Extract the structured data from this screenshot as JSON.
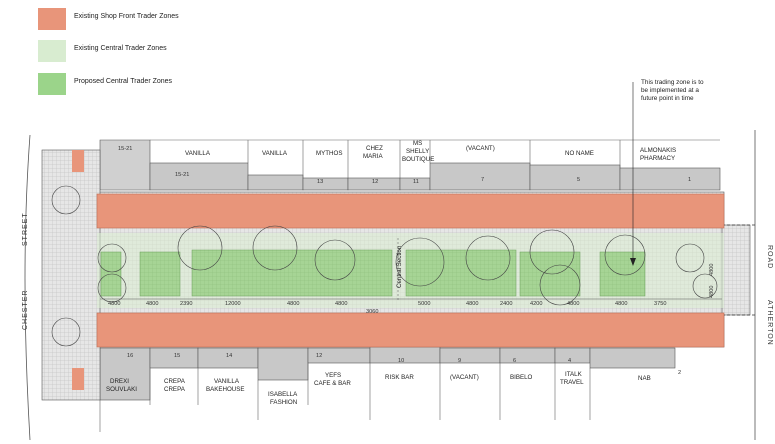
{
  "legend": [
    {
      "label": "Existing Shop Front Trader Zones",
      "color": "#e8957a"
    },
    {
      "label": "Existing Central Trader Zones",
      "color": "#d8ecd0"
    },
    {
      "label": "Proposed Central Trader Zones",
      "color": "#9bd48a"
    }
  ],
  "annotation": [
    "This trading zone is to",
    "be implemented at a",
    "future point in time"
  ],
  "streets": {
    "left_top": "STREET",
    "left_bottom": "CHESTER",
    "right_top": "ROAD",
    "right_bottom": "ATHERTON"
  },
  "center_label": "Central Section",
  "north_shops": [
    "VANILLA",
    "VANILLA",
    "MYTHOS",
    "CHEZ",
    "MARIA",
    "MS",
    "SHELLY",
    "BOUTIQUE",
    "(VACANT)",
    "NO NAME",
    "ALMONAKIS",
    "PHARMACY"
  ],
  "south_shops": [
    "DREXI",
    "SOUVLAKI",
    "CREPA",
    "CREPA",
    "VANILLA",
    "BAKEHOUSE",
    "ISABELLA",
    "FASHION",
    "YEFS",
    "CAFE & BAR",
    "RISK BAR",
    "(VACANT)",
    "BIBELO",
    "ITALK",
    "TRAVEL",
    "NAB"
  ],
  "dimensions": [
    "4800",
    "4800",
    "2390",
    "12000",
    "4800",
    "4800",
    "5000",
    "4800",
    "2400",
    "4200",
    "4800",
    "4800",
    "3750",
    "4800",
    "4800",
    "3060"
  ],
  "building_numbers": [
    "15-21",
    "13",
    "12",
    "11",
    "7",
    "5",
    "1",
    "16",
    "15",
    "14",
    "12",
    "10",
    "9",
    "6",
    "4",
    "2"
  ]
}
